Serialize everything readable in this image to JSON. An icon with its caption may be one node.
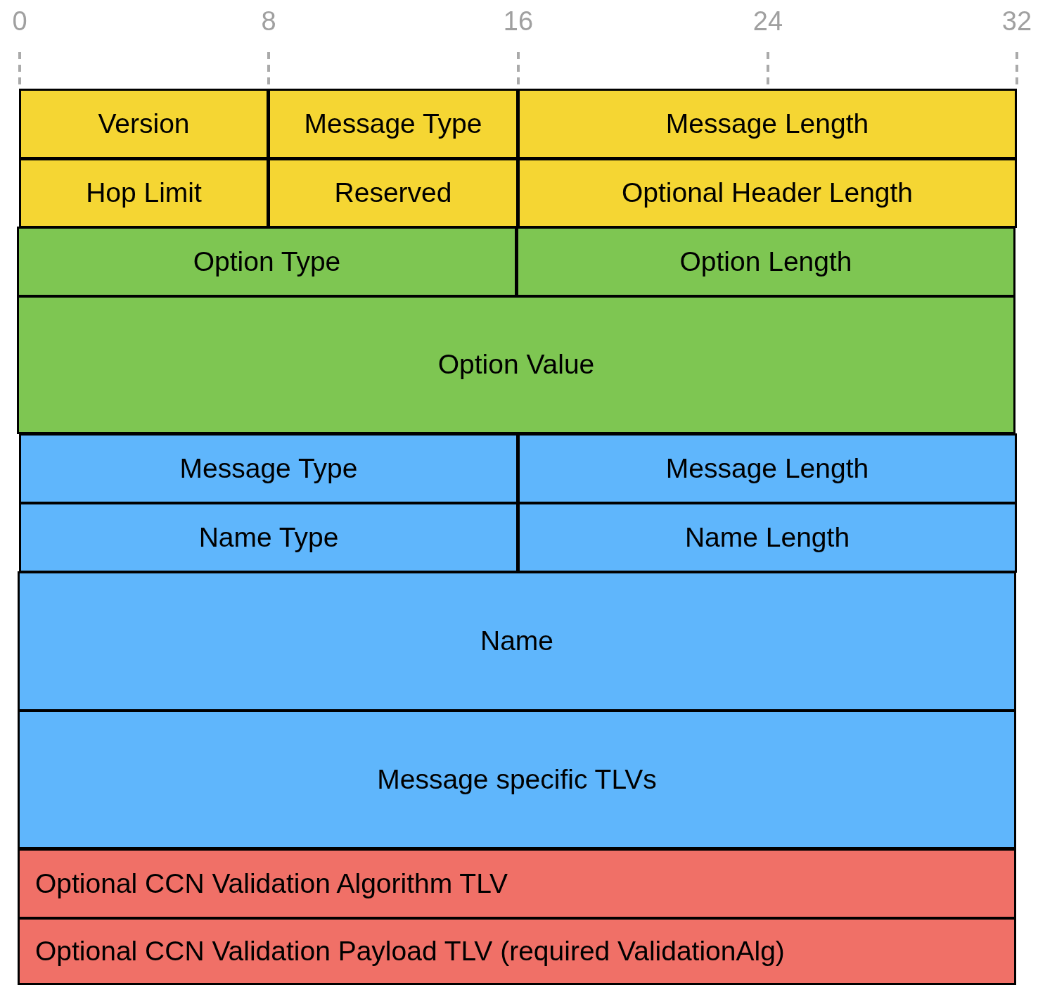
{
  "diagram": {
    "nodes": [
      {
        "text": [
          "Version"
        ]
      },
      {
        "text": [
          "Message Type"
        ]
      },
      {
        "text": [
          "Message Length"
        ]
      },
      {
        "text": [
          "Hop Limit"
        ]
      },
      {
        "text": [
          "Reserved"
        ]
      },
      {
        "text": [
          "Optional Header Length"
        ]
      },
      {
        "text": [
          "Option Type"
        ]
      },
      {
        "text": [
          "Option Length"
        ]
      },
      {
        "text": [
          "Option Value"
        ]
      },
      {
        "text": [
          "Message Type"
        ]
      },
      {
        "text": [
          "Message Length"
        ]
      },
      {
        "text": [
          "Name Type"
        ]
      },
      {
        "text": [
          "Name Length"
        ]
      },
      {
        "text": [
          "Name"
        ]
      },
      {
        "text": [
          "Message specific TLVs"
        ]
      },
      {
        "text": [
          "Optional CCN Validation Algorithm TLV"
        ]
      },
      {
        "text": [
          "Optional CCN Validation Payload TLV (required ValidationAlg)"
        ]
      }
    ],
    "labels": [
      "0",
      "8",
      "16",
      "24",
      "32"
    ]
  }
}
